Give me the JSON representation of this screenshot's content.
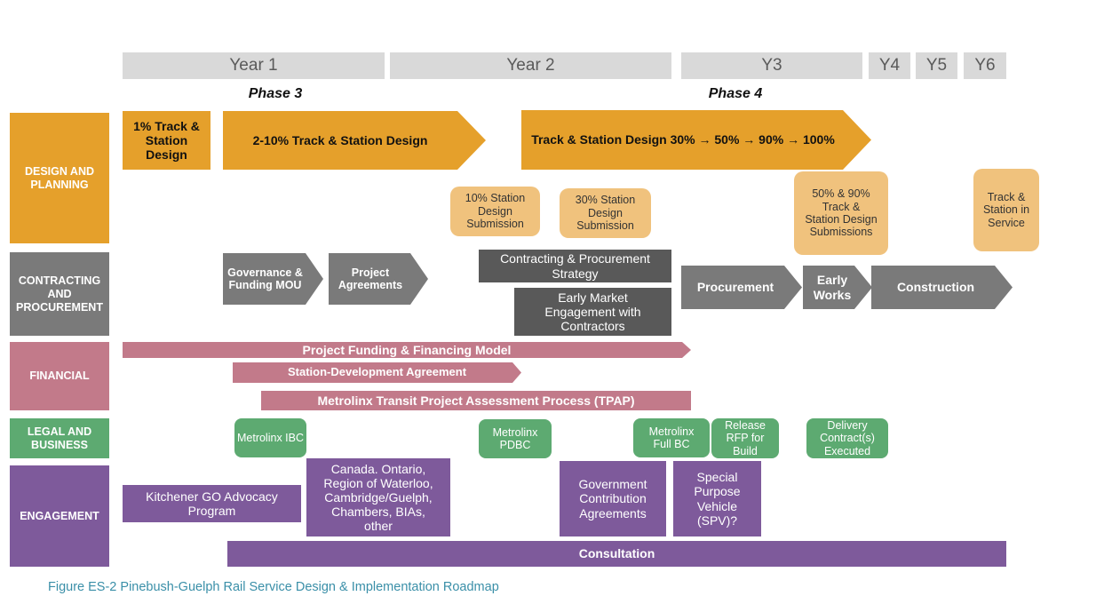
{
  "years": [
    "Year 1",
    "Year 2",
    "Y3",
    "Y4",
    "Y5",
    "Y6"
  ],
  "phases": [
    "Phase 3",
    "Phase 4"
  ],
  "lanes": {
    "design": "DESIGN AND PLANNING",
    "contracting": "CONTRACTING AND PROCUREMENT",
    "financial": "FINANCIAL",
    "legal": "LEGAL AND BUSINESS",
    "engagement": "ENGAGEMENT"
  },
  "design": {
    "d1": "1% Track & Station Design",
    "d2": "2-10% Track & Station Design",
    "d3": "Track & Station Design 30% → 50% → 90% → 100%",
    "s10": "10% Station Design Submission",
    "s30": "30% Station Design Submission",
    "s5090": "50% & 90% Track & Station Design Submissions",
    "inservice": "Track & Station in Service"
  },
  "contracting": {
    "gov": "Governance & Funding MOU",
    "agreements": "Project Agreements",
    "strategy": "Contracting & Procurement Strategy",
    "early_market": "Early Market Engagement with Contractors",
    "procurement": "Procurement",
    "early_works": "Early Works",
    "construction": "Construction"
  },
  "financial": {
    "funding": "Project Funding & Financing Model",
    "sda": "Station-Development Agreement",
    "tpap": "Metrolinx Transit Project Assessment Process (TPAP)"
  },
  "legal": {
    "ibc": "Metrolinx IBC",
    "pdbc": "Metrolinx PDBC",
    "fullbc": "Metrolinx Full BC",
    "rfp": "Release RFP for Build",
    "delivery": "Delivery Contract(s) Executed"
  },
  "engagement": {
    "kitchener": "Kitchener GO Advocacy Program",
    "canada": "Canada. Ontario, Region of Waterloo, Cambridge/Guelph, Chambers, BIAs, other",
    "gov_contrib": "Government Contribution Agreements",
    "spv": "Special Purpose Vehicle (SPV)?",
    "consultation": "Consultation"
  },
  "caption": "Figure ES-2 Pinebush-Guelph Rail Service Design & Implementation Roadmap",
  "colors": {
    "design": "#e5a02b",
    "design_light": "#f0c27d",
    "contracting": "#7a7a7a",
    "financial": "#c27a8a",
    "legal": "#5daa71",
    "engagement": "#7e5a9b"
  }
}
